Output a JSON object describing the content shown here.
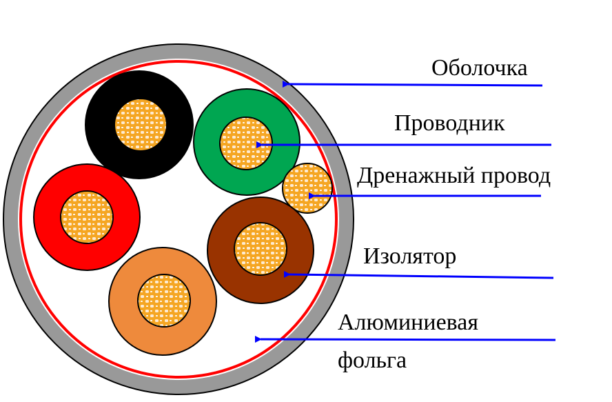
{
  "labels": {
    "sheath": "Оболочка",
    "conductor": "Проводник",
    "drain_wire": "Дренажный провод",
    "insulator": "Изолятор",
    "foil_line1": "Алюминиевая",
    "foil_line2": "фольга"
  },
  "colors": {
    "sheath": "#999999",
    "foil": "#ff0000",
    "arrow": "#0000ff",
    "copper_orange": "#f5a623",
    "copper_light": "#fdebd3",
    "insulation": {
      "black": "#000000",
      "green": "#00a651",
      "red": "#ff0000",
      "orange": "#ee8a3c",
      "brown": "#993300"
    }
  }
}
